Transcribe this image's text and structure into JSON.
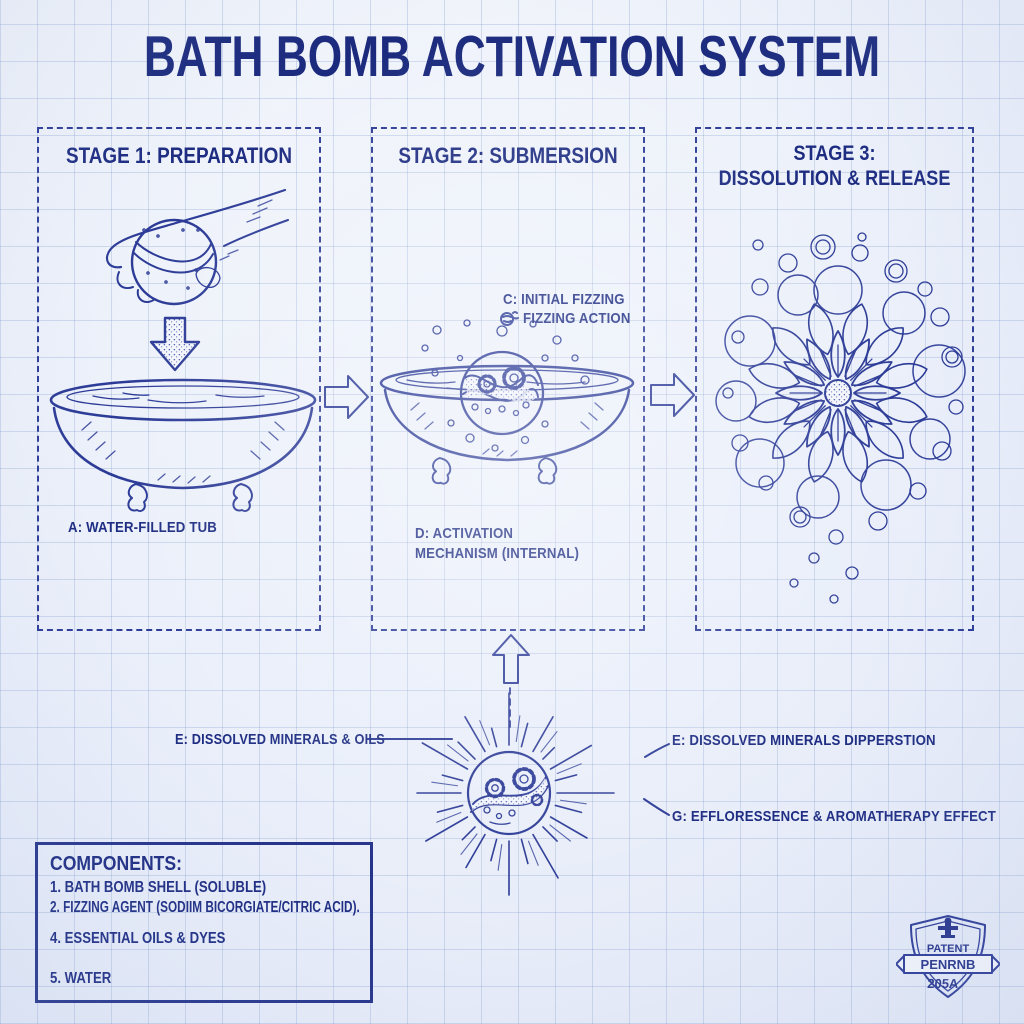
{
  "title": "BATH BOMB ACTIVATION SYSTEM",
  "stages": [
    {
      "title": "STAGE 1: PREPARATION",
      "label_a": "A: WATER-FILLED TUB"
    },
    {
      "title": "STAGE 2: SUBMERSION",
      "label_c1": "C: INITIAL FIZZING",
      "label_c2": "FIZZING ACTION",
      "label_d1": "D: ACTIVATION",
      "label_d2": "MECHANISM (INTERNAL)"
    },
    {
      "title1": "STAGE 3:",
      "title2": "DISSOLUTION & RELEASE"
    }
  ],
  "callouts": {
    "e_left": "E: DISSOLVED MINERALS & OILS",
    "e_right": "E: DISSOLVED MINERALS DIPPERSTION",
    "g_right": "G: EFFLORESSENCE & AROMATHERAPY EFFECT"
  },
  "components": {
    "title": "COMPONENTS:",
    "items": [
      "1. BATH BOMB SHELL (SOLUBLE)",
      "2. FIZZING AGENT (SODIIM BICORGIATE/CITRIC ACID).",
      "4. ESSENTIAL OILS & DYES",
      "5. WATER"
    ]
  },
  "badge": {
    "patent": "PATENT",
    "ribbon": "PENRNB",
    "year": "205A"
  },
  "colors": {
    "ink": "#2b3a96",
    "text": "#1d2c82",
    "paper": "#eef2f9",
    "grid": "#c9d5ec"
  }
}
